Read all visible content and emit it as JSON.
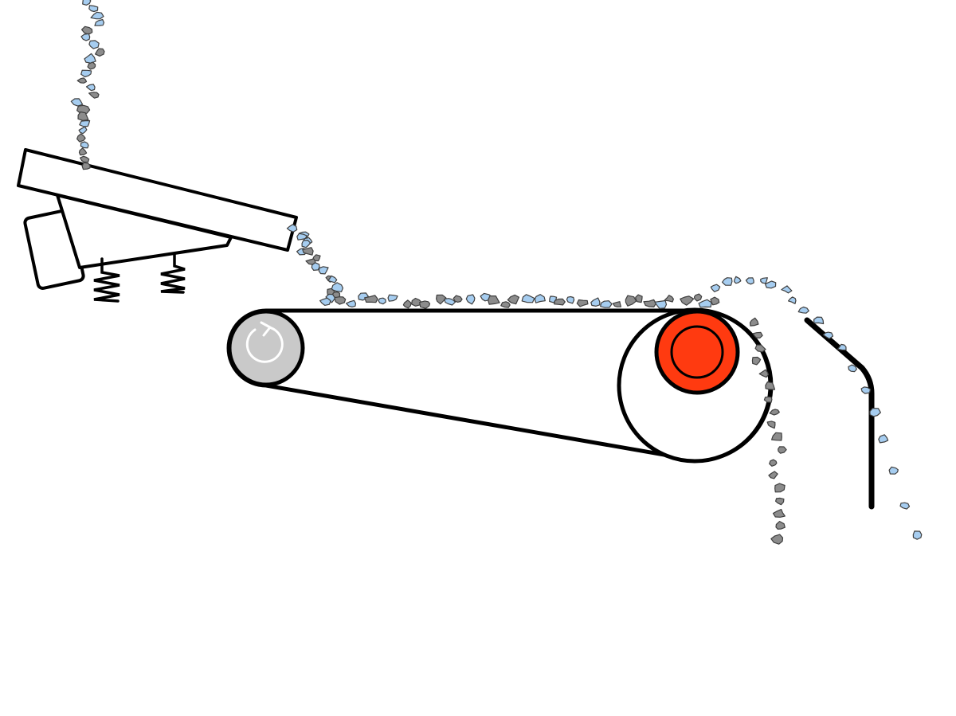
{
  "diagram": {
    "kind": "eddy-current-separator",
    "components": [
      "vibratory-feeder",
      "feeder-springs",
      "feeder-motor",
      "conveyor-belt",
      "drive-pulley",
      "rotation-arrow-icon",
      "magnetic-rotor",
      "splitter-plate",
      "material-particles"
    ],
    "colors": {
      "outline": "#000000",
      "background": "#ffffff",
      "drive_pulley": "#c9c9c9",
      "rotation_arrow": "#ffffff",
      "magnetic_rotor": "#ff3a10",
      "nonferrous_particle": "#a6cdf0",
      "nonmetal_particle": "#8c8c8c",
      "particle_outline": "#3f3f3f"
    }
  }
}
